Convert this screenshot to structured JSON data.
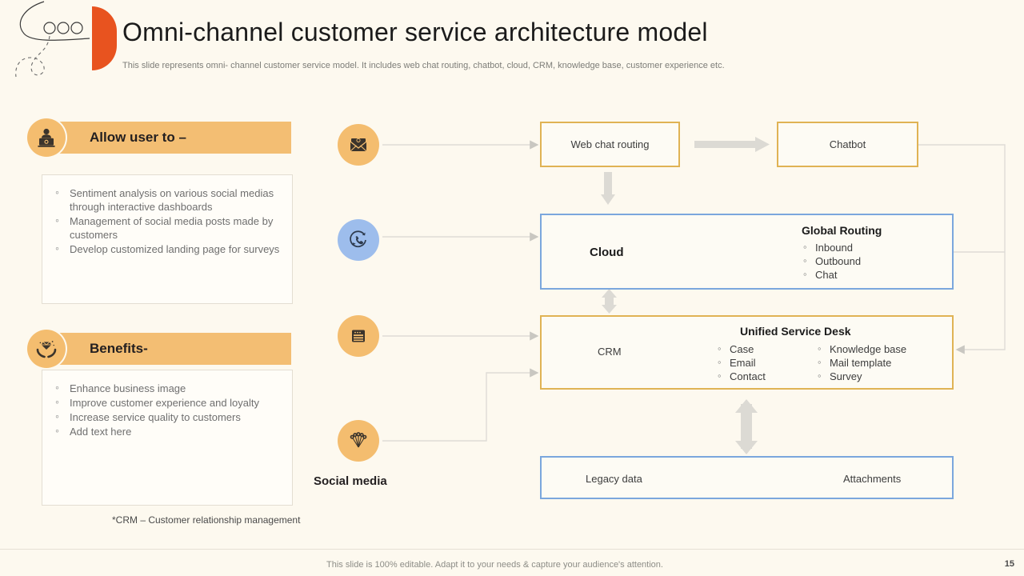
{
  "header": {
    "title": "Omni-channel customer service architecture model",
    "subtitle": "This slide represents  omni- channel customer service model. It includes web chat routing, chatbot, cloud, CRM,  knowledge base, customer experience etc.",
    "accent_color": "#e8531f"
  },
  "left_panels": [
    {
      "id": "allow-user-to",
      "title": "Allow user to –",
      "icon": "person-at-desk-icon",
      "items": [
        "Sentiment analysis on various social medias through interactive dashboards",
        "Management of social media posts made by customers",
        "Develop customized landing page for surveys"
      ]
    },
    {
      "id": "benefits",
      "title": "Benefits-",
      "icon": "diamond-in-hands-icon",
      "items": [
        "Enhance business image",
        "Improve customer experience and loyalty",
        "Increase service quality to customers",
        "Add text here"
      ]
    }
  ],
  "footnote": "*CRM – Customer  relationship  management",
  "channels": [
    {
      "id": "email",
      "icon": "email-envelope-icon",
      "color": "#f4bd6f",
      "label": ""
    },
    {
      "id": "voice",
      "icon": "phone-rotate-icon",
      "color": "#9dbdec",
      "label": ""
    },
    {
      "id": "server",
      "icon": "server-stack-icon",
      "color": "#f4bd6f",
      "label": ""
    },
    {
      "id": "social-media",
      "icon": "social-network-icon",
      "color": "#f4bd6f",
      "label": "Social media"
    }
  ],
  "flow": {
    "web_chat_routing": {
      "label": "Web chat routing",
      "border_color": "#e0b354"
    },
    "chatbot": {
      "label": "Chatbot",
      "border_color": "#e0b354"
    },
    "cloud": {
      "label": "Cloud",
      "border_color": "#7ba7dd",
      "section_title": "Global Routing",
      "items": [
        "Inbound",
        "Outbound",
        "Chat"
      ]
    },
    "crm": {
      "label": "CRM",
      "border_color": "#e0b354",
      "section_title": "Unified Service Desk",
      "items_left": [
        "Case",
        "Email",
        "Contact"
      ],
      "items_right": [
        "Knowledge base",
        "Mail template",
        "Survey"
      ]
    },
    "storage": {
      "border_color": "#7ba7dd",
      "left_label": "Legacy data",
      "right_label": "Attachments"
    }
  },
  "footer": {
    "text": "This slide is 100% editable. Adapt it to your needs & capture your audience's attention.",
    "page_number": "15"
  }
}
